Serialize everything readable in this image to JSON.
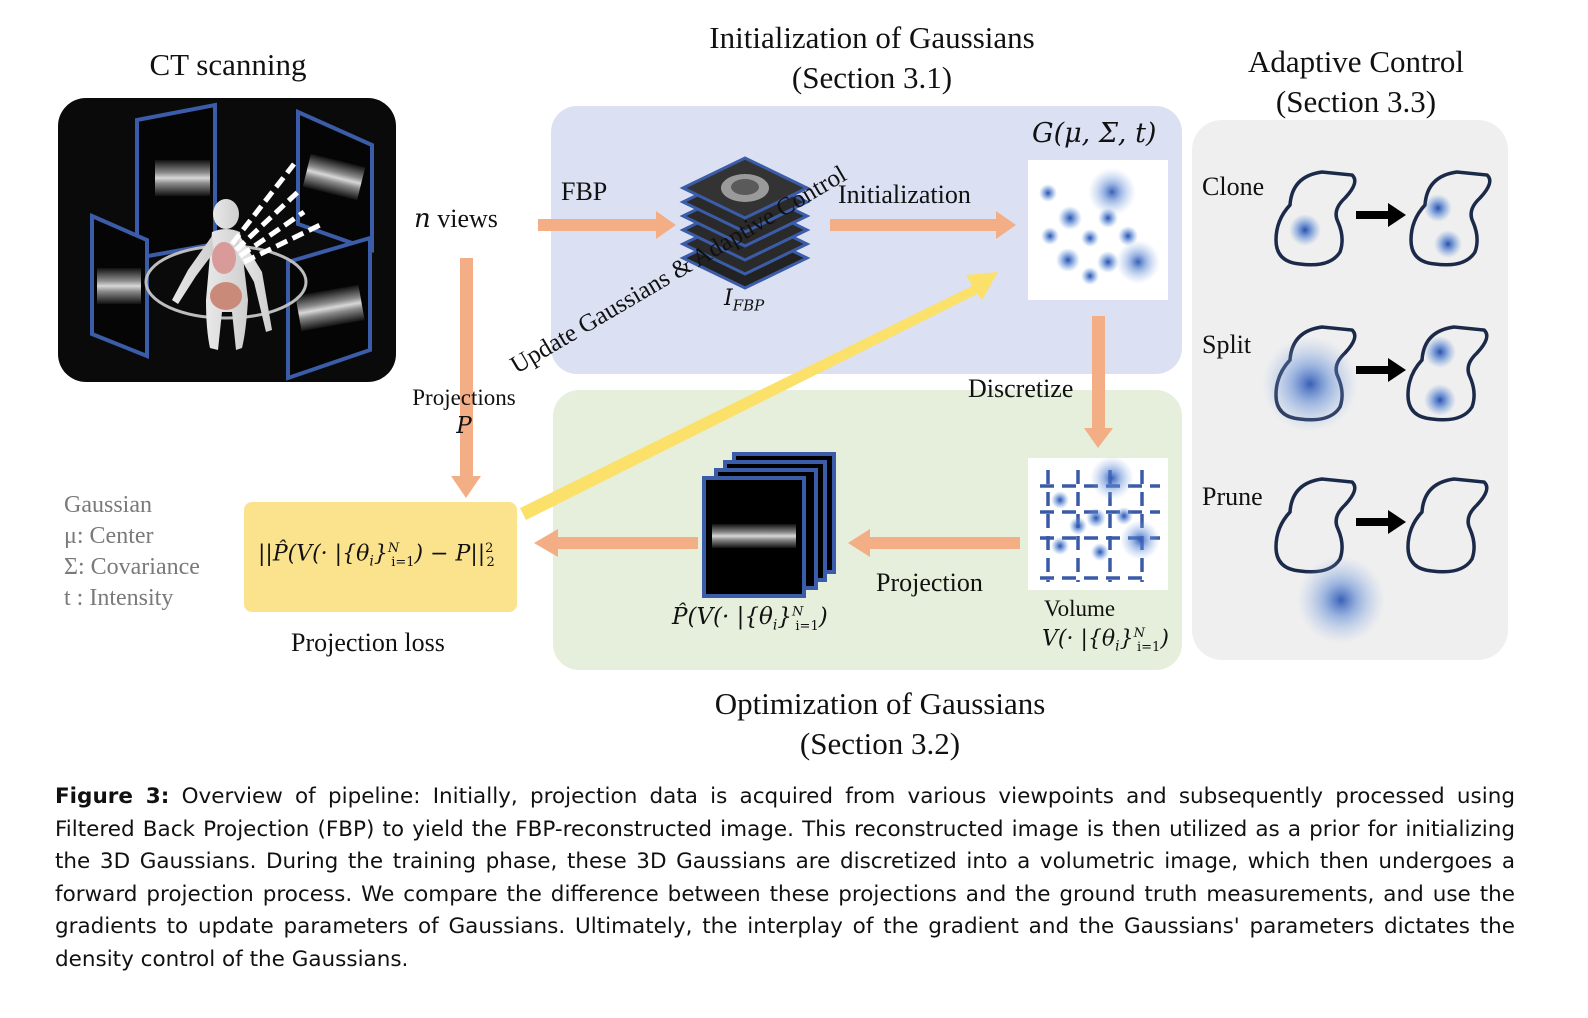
{
  "titles": {
    "ct_scanning": "CT scanning",
    "init_line1": "Initialization of Gaussians",
    "init_line2": "(Section 3.1)",
    "adaptive_line1": "Adaptive Control",
    "adaptive_line2": "(Section 3.3)",
    "optim_line1": "Optimization of Gaussians",
    "optim_line2": "(Section 3.2)"
  },
  "labels": {
    "n_views_var": "n",
    "n_views_text": "views",
    "fbp": "FBP",
    "initialization": "Initialization",
    "gaussian_param": "G(μ, Σ, t)",
    "i_fbp_main": "I",
    "i_fbp_sub": "FBP",
    "projections": "Projections",
    "projections_var": "P",
    "update_arrow": "Update Gaussians & Adaptive Control",
    "discretize": "Discretize",
    "projection": "Projection",
    "volume": "Volume",
    "volume_formula": "V(· |{θ",
    "projection_loss": "Projection loss",
    "loss_formula": "||P̂(V(· |{θ",
    "proj_formula": "P̂(V(· |{θ",
    "clone": "Clone",
    "split": "Split",
    "prune": "Prune"
  },
  "legend": {
    "title": "Gaussian",
    "mu": "μ: Center",
    "sigma": "Σ: Covariance",
    "t": "t : Intensity"
  },
  "caption": {
    "figure_label": "Figure 3:",
    "text": "Overview of pipeline: Initially, projection data is acquired from various viewpoints and subsequently processed using Filtered Back Projection (FBP) to yield the FBP-reconstructed image. This reconstructed image is then utilized as a prior for initializing the 3D Gaussians. During the training phase, these 3D Gaussians are discretized into a volumetric image, which then undergoes a forward projection process. We compare the difference between these projections and the ground truth measurements, and use the gradients to update parameters of Gaussians. Ultimately, the interplay of the gradient and the Gaussians' parameters dictates the density control of the Gaussians."
  },
  "colors": {
    "arrow_orange": "#f4ae85",
    "arrow_yellow": "#fbe06a",
    "panel_blue": "#dbe1f3",
    "panel_green": "#e5efdb",
    "panel_gray": "#efefef",
    "loss_yellow": "#fbe28d",
    "gaussian_blue": "#2b5fb8",
    "frame_blue": "#3b5ca8"
  },
  "icons": [
    "ct-scanner-illustration",
    "fbp-slice-stack",
    "gaussian-blob",
    "projection-stack",
    "lung-outline"
  ]
}
